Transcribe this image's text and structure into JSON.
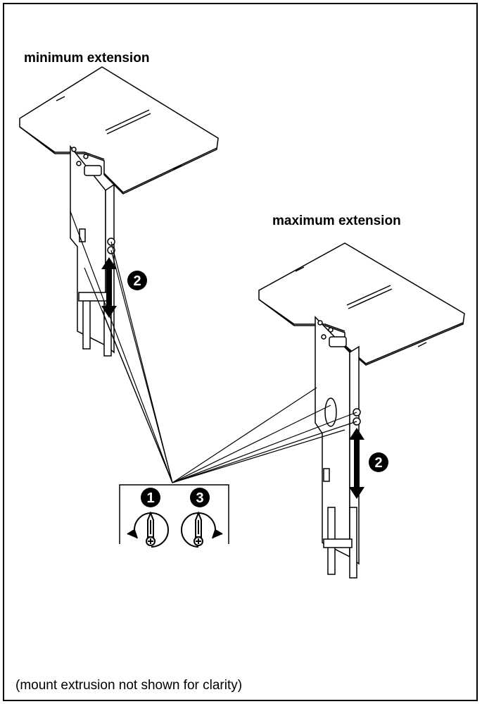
{
  "labels": {
    "min_extension": "minimum extension",
    "max_extension": "maximum extension"
  },
  "caption": "(mount extrusion not shown for clarity)",
  "steps": {
    "loosen": "1",
    "adjust_min": "2",
    "adjust_max": "2",
    "tighten": "3"
  },
  "icons": [
    "screwdriver-loosen-icon",
    "screwdriver-tighten-icon",
    "double-arrow-icon"
  ]
}
